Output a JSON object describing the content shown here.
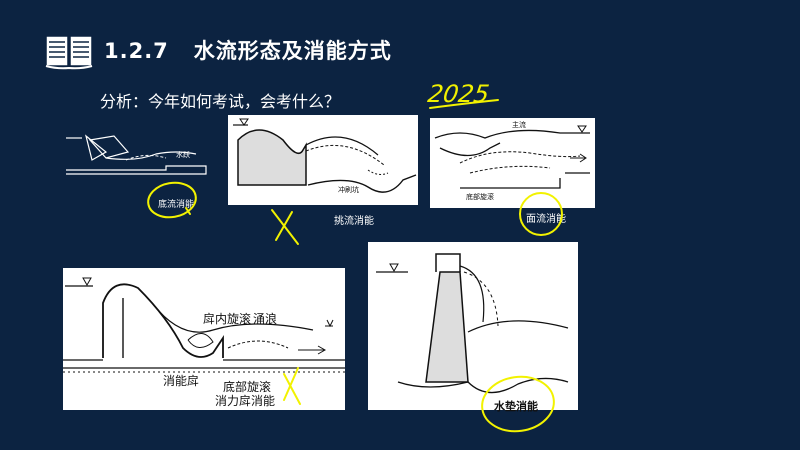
{
  "header": {
    "section_number": "1.2.7",
    "title": "水流形态及消能方式",
    "subtitle": "分析：今年如何考试，会考什么？",
    "handwritten_year": "2025"
  },
  "figures": {
    "fig1": {
      "label_main": "底流消能",
      "label_small": "水跃"
    },
    "fig2": {
      "label_main": "挑流消能",
      "label_small": "冲刷坑"
    },
    "fig3": {
      "label_main": "面流消能",
      "label_top": "主流",
      "label_bottom": "底部旋滚"
    },
    "fig4": {
      "label_pool": "消能戽",
      "label_vortex": "戽内旋滚",
      "label_wave": "涌浪",
      "label_bottom": "底部旋滚",
      "label_main": "消力戽消能"
    },
    "fig5": {
      "label_main": "水垫消能"
    }
  },
  "annotations": {
    "pen_color": "#f2f200"
  }
}
